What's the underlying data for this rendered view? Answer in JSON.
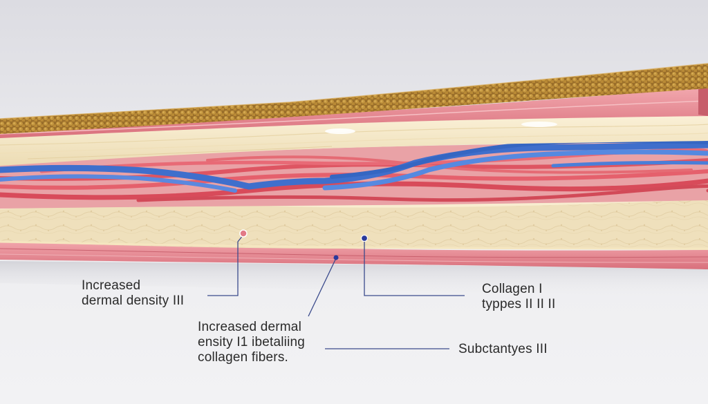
{
  "labels": {
    "dermal_density": {
      "line1": "Increased",
      "line2": "dermal density III"
    },
    "collagen_types": {
      "line1": "Collagen I",
      "line2": "typpes II II II"
    },
    "dermal_fibers": {
      "line1": "Increased dermal",
      "line2": "ensity I1 ibetaliing",
      "line3": "collagen fibers."
    },
    "substances": {
      "line1": "Subctantyes III"
    }
  },
  "colors": {
    "background": "#ececef",
    "fat_granules": "#b88a3c",
    "pink_layer": "#e8848e",
    "cream_layer": "#f3e6c6",
    "blue_vessel": "#4a7ed8",
    "red_vessel": "#e25a66",
    "leader_line": "#3a4a8c",
    "marker_pink": "#e27a86",
    "marker_blue": "#2a3a9c"
  },
  "icons": {
    "marker_a": "pink-dot-marker",
    "marker_b": "blue-dot-marker",
    "marker_c": "blue-dot-marker"
  }
}
